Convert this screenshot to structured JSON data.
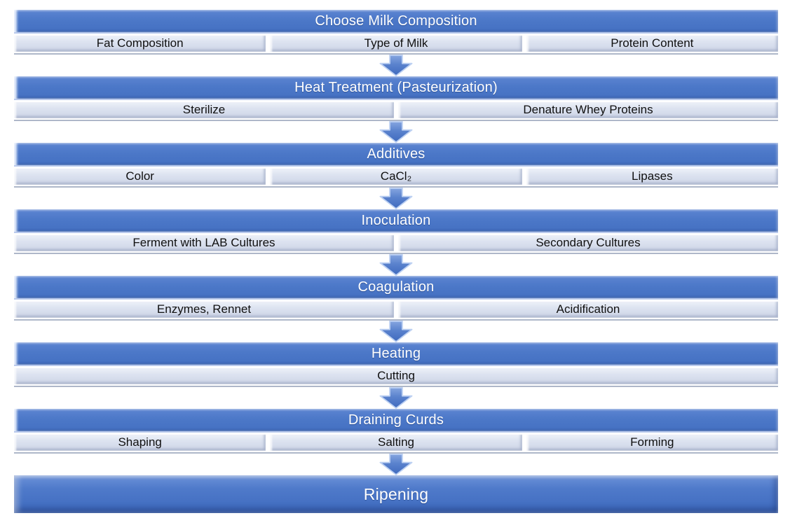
{
  "diagram": {
    "steps": [
      {
        "title": "Choose Milk Composition",
        "items": [
          "Fat Composition",
          "Type of Milk",
          "Protein Content"
        ]
      },
      {
        "title": "Heat Treatment (Pasteurization)",
        "items": [
          "Sterilize",
          "Denature Whey Proteins"
        ]
      },
      {
        "title": "Additives",
        "items": [
          "Color",
          "CaCl₂",
          "Lipases"
        ]
      },
      {
        "title": "Inoculation",
        "items": [
          "Ferment with LAB Cultures",
          "Secondary Cultures"
        ]
      },
      {
        "title": "Coagulation",
        "items": [
          "Enzymes, Rennet",
          "Acidification"
        ]
      },
      {
        "title": "Heating",
        "items": [
          "Cutting"
        ]
      },
      {
        "title": "Draining Curds",
        "items": [
          "Shaping",
          "Salting",
          "Forming"
        ]
      },
      {
        "title": "Ripening",
        "items": []
      }
    ],
    "connector_icon": "down-arrow",
    "colors": {
      "header_fill": "#4470C2",
      "header_fill_light": "#5D85D2",
      "header_text": "#FFFFFF",
      "subitem_fill": "#D9DFEE",
      "subitem_fill_light": "#F1F4FA",
      "subitem_text": "#101010",
      "group_baseline": "#AEB7C9",
      "arrow_fill_top": "#85A5E0",
      "arrow_fill_bottom": "#3F6ABE",
      "arrow_outline": "#BCD0F2",
      "background": "#FFFFFF"
    }
  }
}
